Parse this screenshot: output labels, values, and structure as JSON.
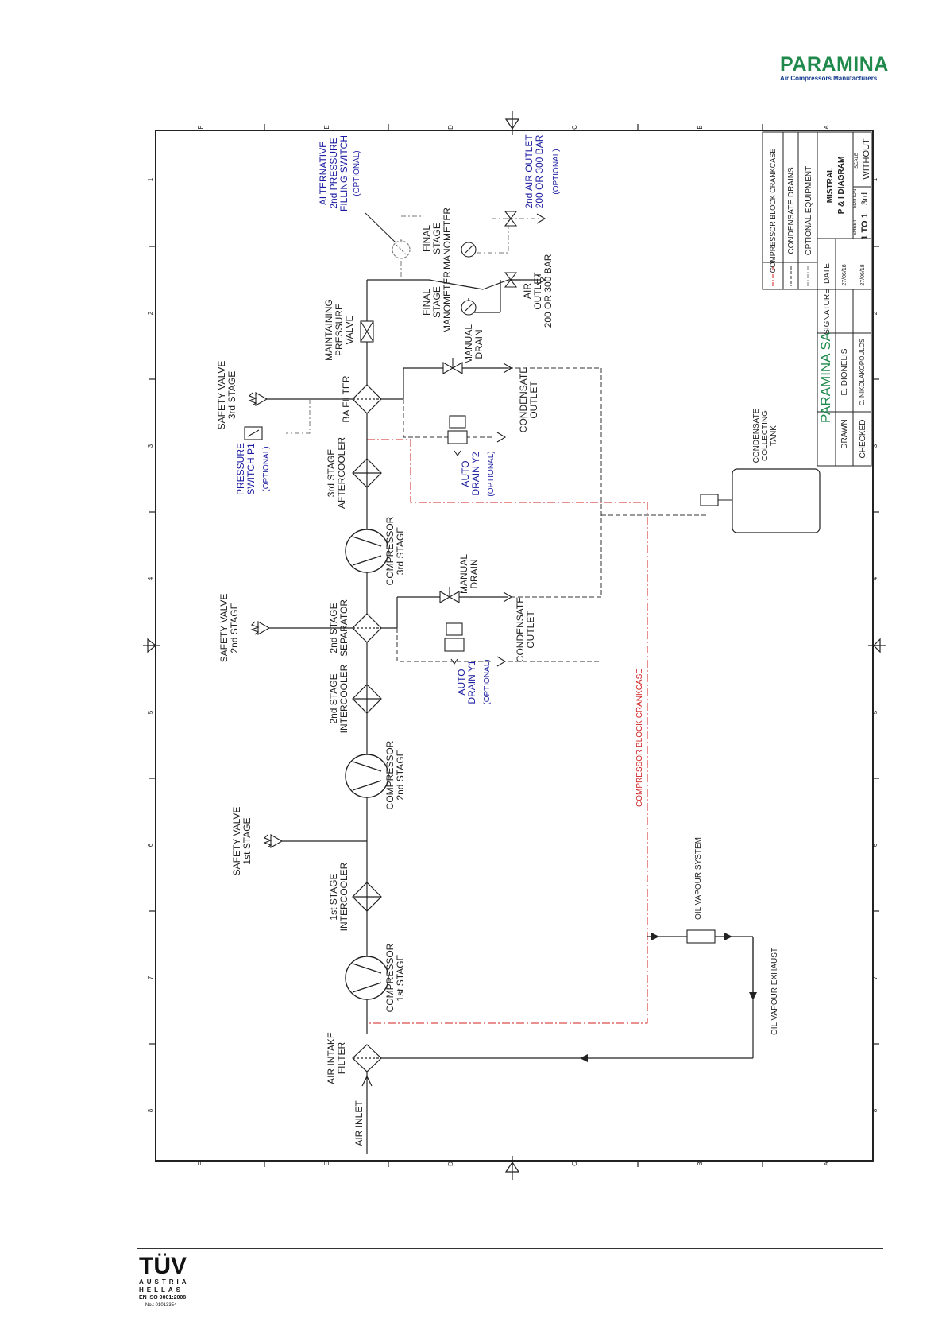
{
  "header": {
    "brand": "PARAMINA",
    "tagline": "Air Compressors Manufacturers"
  },
  "footer": {
    "cert_mark": "TÜV",
    "cert_line1": "AUSTRIA",
    "cert_line2": "HELLAS",
    "cert_iso": "EN ISO 9001:2008",
    "cert_no": "No.: 01013354"
  },
  "colors": {
    "main_line": "#222222",
    "optional": "#1a1aa0",
    "crankcase": "#d02020",
    "brand_green": "#1f8a4c"
  },
  "grid": {
    "letters": [
      "F",
      "E",
      "D",
      "C",
      "B",
      "A"
    ],
    "numbers": [
      "1",
      "2",
      "3",
      "4",
      "5",
      "6",
      "7",
      "8"
    ]
  },
  "labels": {
    "alt_filling": [
      "ALTERNATIVE",
      "2nd PRESSURE",
      "FILLING SWITCH"
    ],
    "alt_filling_opt": "(OPTIONAL)",
    "outlet2": [
      "2nd AIR OUTLET",
      "200 OR 300 BAR"
    ],
    "outlet2_opt": "(OPTIONAL)",
    "final_manometer_top": [
      "FINAL",
      "STAGE",
      "MANOMETER"
    ],
    "final_manometer_bottom": [
      "FINAL",
      "STAGE",
      "MANOMETER"
    ],
    "air_outlet": [
      "AIR",
      "OUTLET",
      "200 OR 300 BAR"
    ],
    "maintaining_valve": [
      "MAINTAINING",
      "PRESSURE",
      "VALVE"
    ],
    "manual_drain_top": [
      "MANUAL",
      "DRAIN"
    ],
    "ba_filter": "BA FILTER",
    "safety_3": [
      "SAFETY VALVE",
      "3rd STAGE"
    ],
    "pressure_switch": [
      "PRESSURE",
      "SWITCH P1"
    ],
    "pressure_switch_opt": "(OPTIONAL)",
    "condensate_top": [
      "CONDENSATE",
      "OUTLET"
    ],
    "auto_drain_y2": [
      "AUTO",
      "DRAIN Y2"
    ],
    "auto_drain_y2_opt": "(OPTIONAL)",
    "aftercooler_3": [
      "3rd STAGE",
      "AFTERCOOLER"
    ],
    "collecting_tank": [
      "CONDENSATE",
      "COLLECTING",
      "TANK"
    ],
    "compressor_3": [
      "COMPRESSOR",
      "3rd STAGE"
    ],
    "manual_drain_mid": [
      "MANUAL",
      "DRAIN"
    ],
    "safety_2": [
      "SAFETY VALVE",
      "2nd STAGE"
    ],
    "separator_2": [
      "2nd STAGE",
      "SEPARATOR"
    ],
    "condensate_mid": [
      "CONDENSATE",
      "OUTLET"
    ],
    "intercooler_2": [
      "2nd STAGE",
      "INTERCOOLER"
    ],
    "auto_drain_y1": [
      "AUTO",
      "DRAIN Y1"
    ],
    "auto_drain_y1_opt": "(OPTIONAL)",
    "crankcase_vertical": "COMPRESSOR BLOCK CRANKCASE",
    "compressor_2": [
      "COMPRESSOR",
      "2nd STAGE"
    ],
    "safety_1": [
      "SAFETY VALVE",
      "1st STAGE"
    ],
    "oil_vapour_system": "OIL VAPOUR SYSTEM",
    "intercooler_1": [
      "1st STAGE",
      "INTERCOOLER"
    ],
    "compressor_1": [
      "COMPRESSOR",
      "1st STAGE"
    ],
    "oil_vapour_exhaust": "OIL VAPOUR EXHAUST",
    "air_intake": [
      "AIR INTAKE",
      "FILTER"
    ],
    "air_inlet": "AIR INLET"
  },
  "legend": [
    {
      "style": "crankcase",
      "label": "COMPRESSOR BLOCK CRANKCASE"
    },
    {
      "style": "drain",
      "label": "CONDENSATE DRAINS"
    },
    {
      "style": "optional",
      "label": "OPTIONAL EQUIPMENT"
    }
  ],
  "title_block": {
    "company": "PARAMINA SA",
    "signature_hdr": "SIGNATURE",
    "date_hdr": "DATE",
    "drawn_label": "DRAWN",
    "drawn_name": "E. DIONELIS",
    "drawn_date": "27/06/18",
    "checked_label": "CHECKED",
    "checked_name": "C. NIKOLAKOPOULOS",
    "checked_date": "27/06/18",
    "title1": "MISTRAL",
    "title2": "P & I DIAGRAM",
    "sheet_label": "SHEET",
    "sheet_value": "1 TO 1",
    "edition_label": "EDITION",
    "edition_value": "3rd",
    "scale_label": "SCALE",
    "scale_value": "WITHOUT"
  }
}
